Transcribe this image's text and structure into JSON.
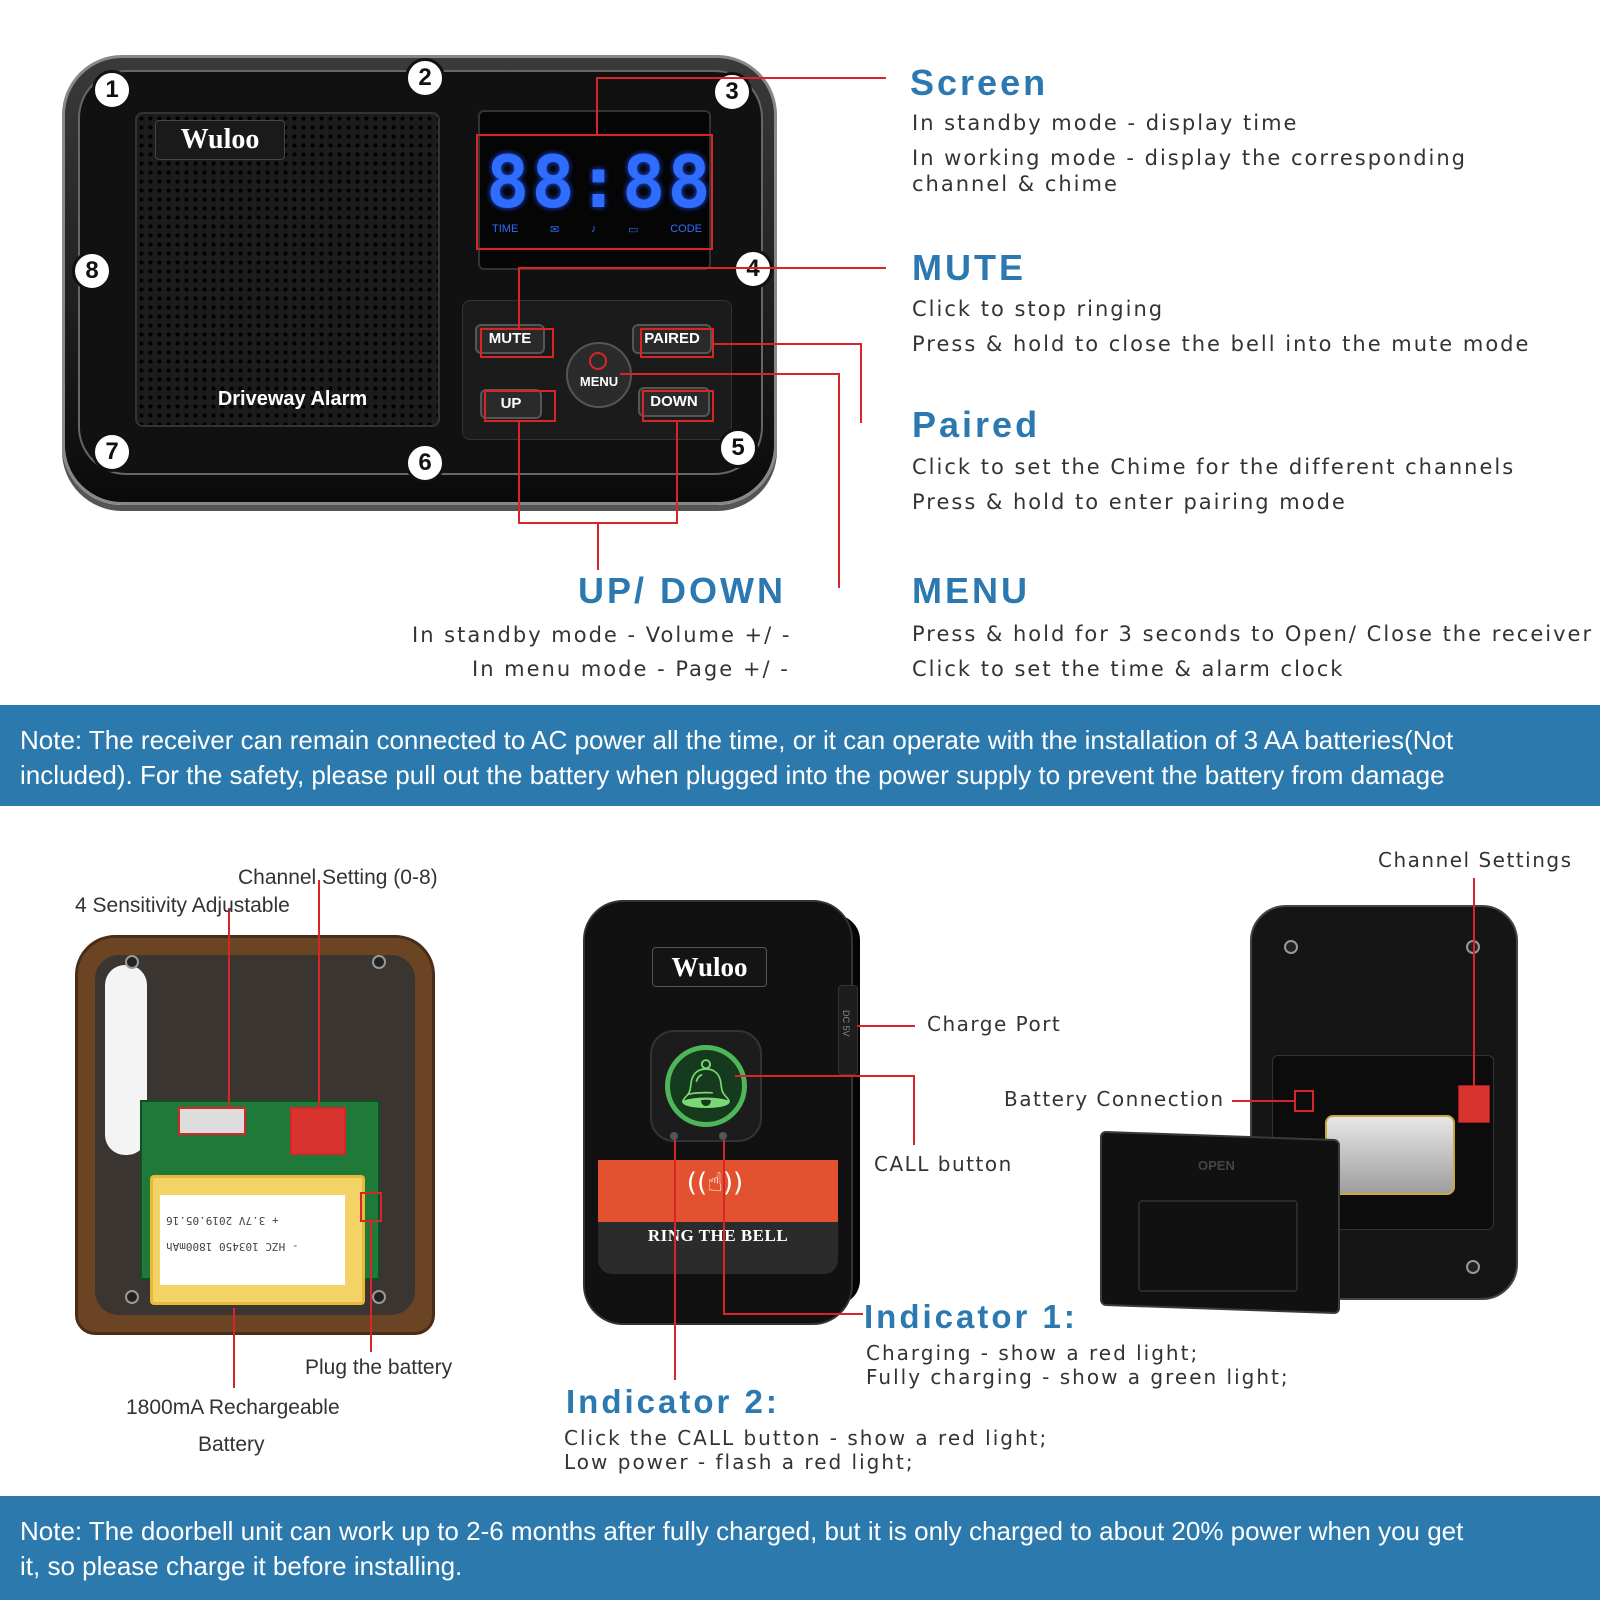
{
  "receiver": {
    "brand": "Wuloo",
    "caption": "Driveway Alarm",
    "display_digits": "88:88",
    "display_icons": [
      "TIME",
      "CODE"
    ],
    "buttons": {
      "mute": "MUTE",
      "paired": "PAIRED",
      "up": "UP",
      "down": "DOWN",
      "menu": "MENU"
    },
    "badges": [
      "1",
      "2",
      "3",
      "4",
      "5",
      "6",
      "7",
      "8"
    ]
  },
  "features": {
    "screen": {
      "title": "Screen",
      "line1": "In standby mode - display time",
      "line2": "In working mode - display the corresponding",
      "line3": "channel & chime"
    },
    "mute": {
      "title": "MUTE",
      "line1": "Click to stop ringing",
      "line2": "Press & hold to close the bell into the mute mode"
    },
    "paired": {
      "title": "Paired",
      "line1": "Click to set the Chime for the different channels",
      "line2": "Press & hold to enter pairing mode"
    },
    "menu": {
      "title": "MENU",
      "line1": "Press & hold for 3 seconds to Open/ Close the receiver",
      "line2": "Click to set the time & alarm clock"
    },
    "updown": {
      "title": "UP/ DOWN",
      "line1": "In standby mode - Volume +/ -",
      "line2": "In menu mode - Page +/ -"
    }
  },
  "note1": {
    "line1": "Note: The receiver can remain connected to AC power all the time, or it can operate with the installation of 3 AA batteries(Not",
    "line2": "included). For the safety, please pull out the battery when plugged into the power supply to prevent the battery from damage"
  },
  "battery_box": {
    "channel_setting": "Channel Setting (0-8)",
    "sensitivity": "4 Sensitivity Adjustable",
    "plug": "Plug the battery",
    "battery_line1": "1800mA Rechargeable",
    "battery_line2": "Battery",
    "battery_print_line1": "+ 3.7V    2019.05.16",
    "battery_print_line2": "- HZC 103450 1800mAh"
  },
  "doorbell": {
    "brand": "Wuloo",
    "ring_text": "RING THE BELL",
    "charge_port": "Charge Port",
    "call_button": "CALL button",
    "dc_label": "DC 5V",
    "indicator1": {
      "title": "Indicator 1:",
      "line1": "Charging - show a red light;",
      "line2": "Fully charging - show a green light;"
    },
    "indicator2": {
      "title": "Indicator 2:",
      "line1": "Click the CALL button - show a red light;",
      "line2": "Low power - flash a red light;"
    }
  },
  "back_panel": {
    "channel_settings": "Channel Settings",
    "battery_connection": "Battery Connection",
    "open_label": "OPEN"
  },
  "note2": {
    "line1": "Note: The doorbell unit  can work up to 2-6 months after fully charged, but it is only charged to about 20% power when you get",
    "line2": "it, so please charge it before installing."
  },
  "colors": {
    "accent_blue": "#2b79b0",
    "note_bar": "#2b79ad",
    "callout_red": "#d8252a",
    "display_blue": "#2f6dff"
  }
}
